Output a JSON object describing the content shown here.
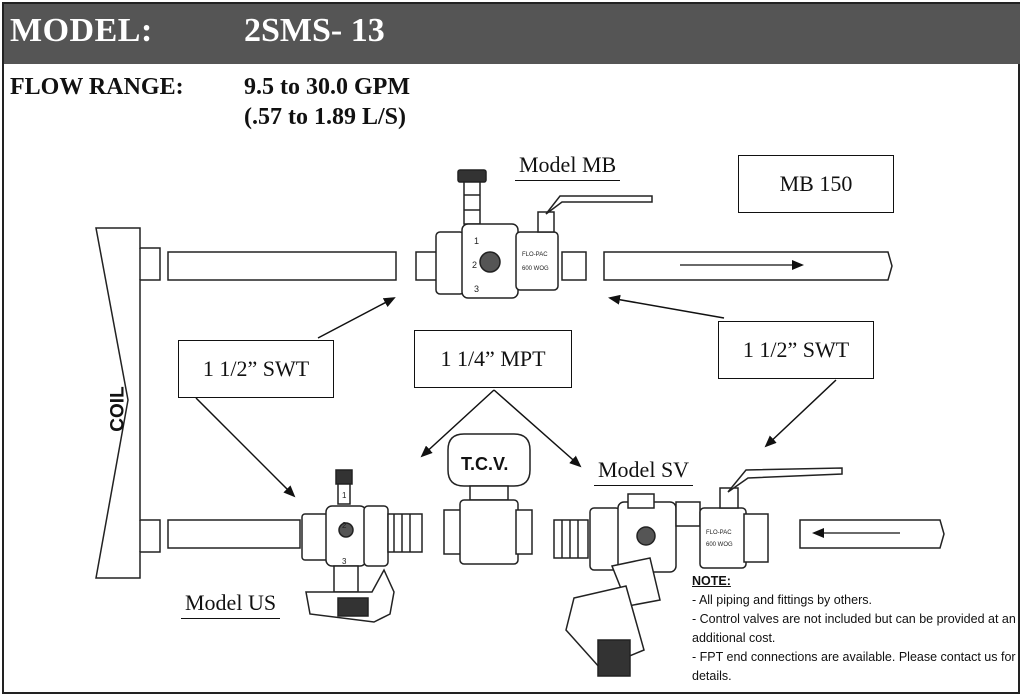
{
  "header": {
    "model_label": "MODEL:",
    "model_value": "2SMS- 13"
  },
  "flow": {
    "label": "FLOW RANGE:",
    "gpm": "9.5 to 30.0 GPM",
    "lps": "(.57 to 1.89 L/S)"
  },
  "labels": {
    "model_mb": "Model MB",
    "mb_150": "MB 150",
    "swt_left": "1 1/2” SWT",
    "mpt_center": "1 1/4” MPT",
    "swt_right": "1 1/2” SWT",
    "tcv": "T.C.V.",
    "model_sv": "Model SV",
    "model_us": "Model US",
    "coil": "COIL"
  },
  "note": {
    "title": "NOTE:",
    "lines": [
      "- All piping and fittings by others.",
      "- Control valves are not included but can be provided at an additional cost.",
      "- FPT end connections are available.  Please contact us for details."
    ]
  },
  "colors": {
    "header_bg": "#555555",
    "header_text": "#ffffff"
  }
}
